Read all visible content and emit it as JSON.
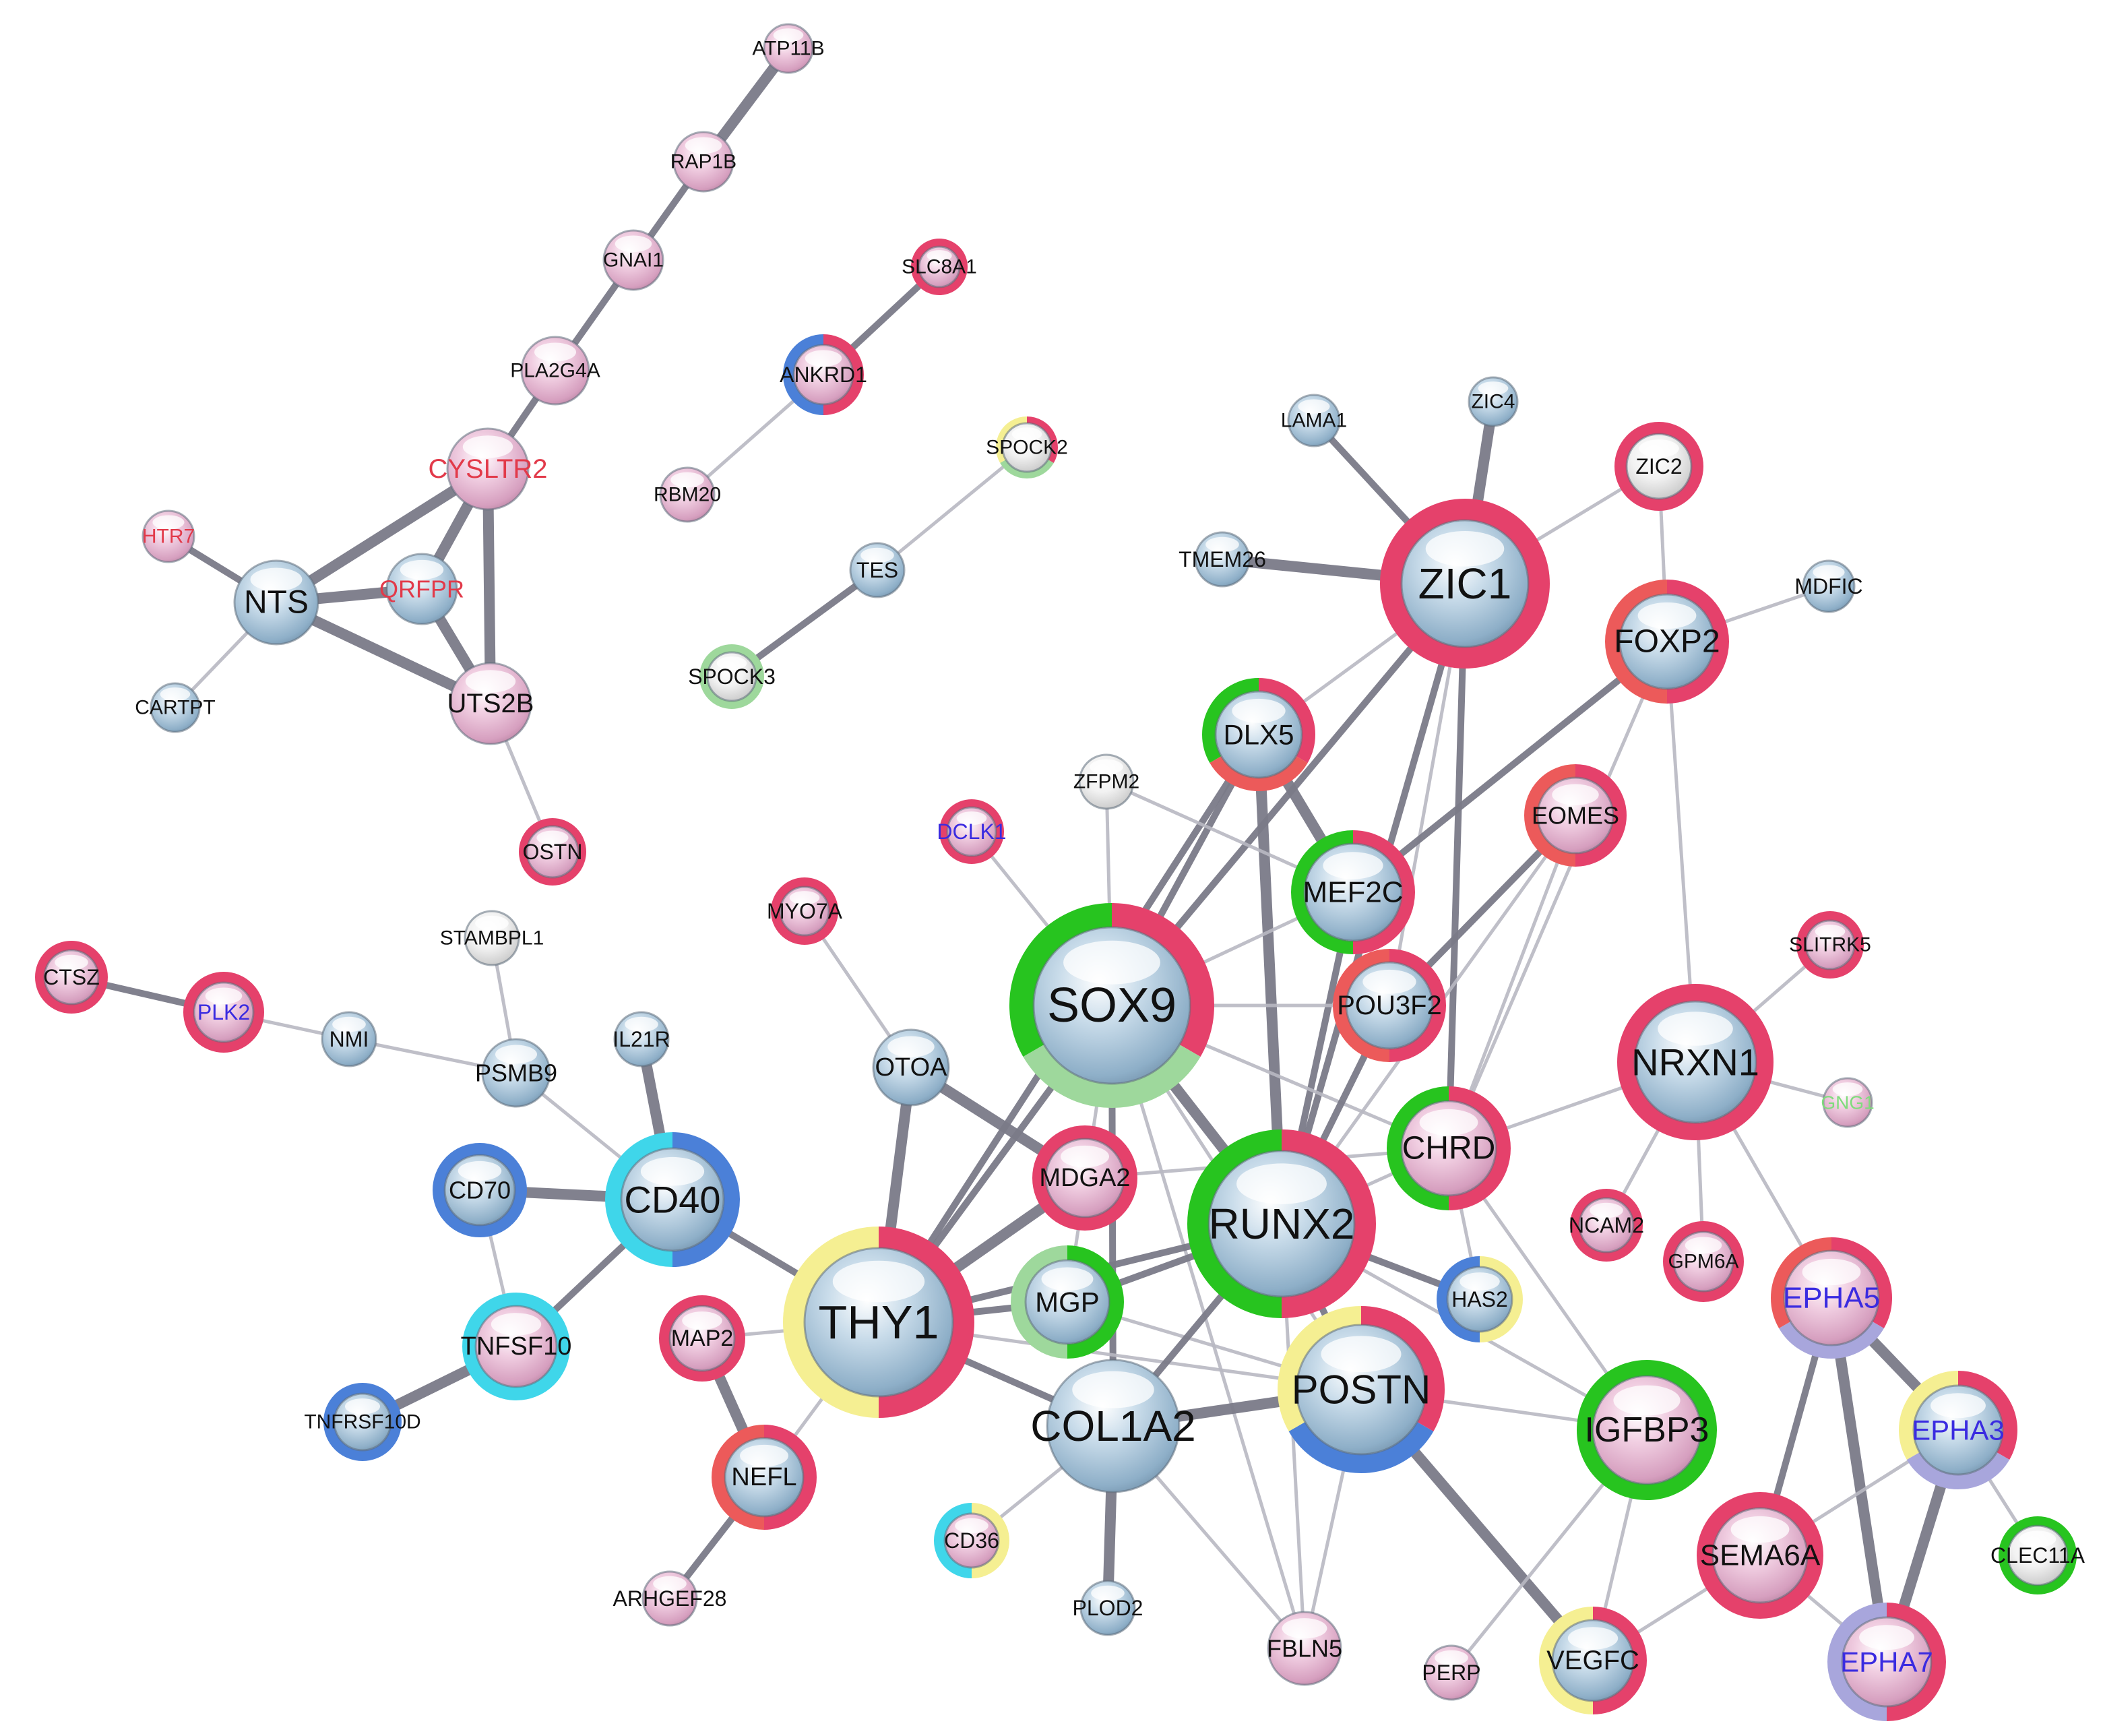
{
  "colors": {
    "pink": "#e5416b",
    "red": "#ec5a5a",
    "green": "#27c41f",
    "lightgreen": "#9ed89c",
    "yellow": "#f5ef92",
    "blue": "#4b80d8",
    "cyan": "#3fd6ea",
    "lavender": "#a8a6dc",
    "edge": "#7a7a88",
    "edge_light": "#b8b8c2",
    "core_blue": "#a9c7dc",
    "core_pink": "#e6b9d2",
    "core_white": "#ececec",
    "label_default": "#111111",
    "label_red": "#e23a4a",
    "label_blue": "#3a2be0",
    "label_green": "#7fdc7c"
  },
  "nodes": [
    {
      "id": "ATP11B",
      "label": "ATP11B",
      "core": "pink",
      "ring": []
    },
    {
      "id": "RAP1B",
      "label": "RAP1B",
      "core": "pink",
      "ring": []
    },
    {
      "id": "GNAI1",
      "label": "GNAI1",
      "core": "pink",
      "ring": []
    },
    {
      "id": "PLA2G4A",
      "label": "PLA2G4A",
      "core": "pink",
      "ring": []
    },
    {
      "id": "CYSLTR2",
      "label": "CYSLTR2",
      "core": "pink",
      "ring": [],
      "label_color": "red"
    },
    {
      "id": "HTR7",
      "label": "HTR7",
      "core": "pink",
      "ring": [],
      "label_color": "red"
    },
    {
      "id": "NTS",
      "label": "NTS",
      "core": "blue",
      "ring": []
    },
    {
      "id": "QRFPR",
      "label": "QRFPR",
      "core": "blue",
      "ring": [],
      "label_color": "red"
    },
    {
      "id": "UTS2B",
      "label": "UTS2B",
      "core": "pink",
      "ring": []
    },
    {
      "id": "CARTPT",
      "label": "CARTPT",
      "core": "blue",
      "ring": []
    },
    {
      "id": "OSTN",
      "label": "OSTN",
      "core": "pink",
      "ring": [
        "pink"
      ]
    },
    {
      "id": "SLC8A1",
      "label": "SLC8A1",
      "core": "pink",
      "ring": [
        "pink"
      ]
    },
    {
      "id": "ANKRD1",
      "label": "ANKRD1",
      "core": "pink",
      "ring": [
        "pink",
        "blue"
      ]
    },
    {
      "id": "RBM20",
      "label": "RBM20",
      "core": "pink",
      "ring": []
    },
    {
      "id": "SPOCK2",
      "label": "SPOCK2",
      "core": "white",
      "ring": [
        "pink",
        "lightgreen",
        "yellow"
      ]
    },
    {
      "id": "TES",
      "label": "TES",
      "core": "blue",
      "ring": []
    },
    {
      "id": "SPOCK3",
      "label": "SPOCK3",
      "core": "white",
      "ring": [
        "lightgreen"
      ]
    },
    {
      "id": "LAMA1",
      "label": "LAMA1",
      "core": "blue",
      "ring": []
    },
    {
      "id": "ZIC4",
      "label": "ZIC4",
      "core": "blue",
      "ring": []
    },
    {
      "id": "ZIC2",
      "label": "ZIC2",
      "core": "white",
      "ring": [
        "pink"
      ]
    },
    {
      "id": "TMEM26",
      "label": "TMEM26",
      "core": "blue",
      "ring": []
    },
    {
      "id": "ZIC1",
      "label": "ZIC1",
      "core": "blue",
      "ring": [
        "pink"
      ]
    },
    {
      "id": "MDFIC",
      "label": "MDFIC",
      "core": "blue",
      "ring": []
    },
    {
      "id": "FOXP2",
      "label": "FOXP2",
      "core": "blue",
      "ring": [
        "pink",
        "red"
      ]
    },
    {
      "id": "DLX5",
      "label": "DLX5",
      "core": "blue",
      "ring": [
        "pink",
        "red",
        "green"
      ]
    },
    {
      "id": "ZFPM2",
      "label": "ZFPM2",
      "core": "white",
      "ring": []
    },
    {
      "id": "EOMES",
      "label": "EOMES",
      "core": "pink",
      "ring": [
        "pink",
        "red"
      ]
    },
    {
      "id": "DCLK1",
      "label": "DCLK1",
      "core": "pink",
      "ring": [
        "pink"
      ],
      "label_color": "blue"
    },
    {
      "id": "MEF2C",
      "label": "MEF2C",
      "core": "blue",
      "ring": [
        "pink",
        "green"
      ]
    },
    {
      "id": "MYO7A",
      "label": "MYO7A",
      "core": "pink",
      "ring": [
        "pink"
      ]
    },
    {
      "id": "SOX9",
      "label": "SOX9",
      "core": "blue",
      "ring": [
        "pink",
        "lightgreen",
        "green"
      ]
    },
    {
      "id": "POU3F2",
      "label": "POU3F2",
      "core": "blue",
      "ring": [
        "pink",
        "red"
      ]
    },
    {
      "id": "SLITRK5",
      "label": "SLITRK5",
      "core": "pink",
      "ring": [
        "pink"
      ]
    },
    {
      "id": "STAMBPL1",
      "label": "STAMBPL1",
      "core": "white",
      "ring": []
    },
    {
      "id": "CTSZ",
      "label": "CTSZ",
      "core": "pink",
      "ring": [
        "pink"
      ]
    },
    {
      "id": "PLK2",
      "label": "PLK2",
      "core": "pink",
      "ring": [
        "pink"
      ],
      "label_color": "blue"
    },
    {
      "id": "NMI",
      "label": "NMI",
      "core": "blue",
      "ring": []
    },
    {
      "id": "PSMB9",
      "label": "PSMB9",
      "core": "blue",
      "ring": []
    },
    {
      "id": "IL21R",
      "label": "IL21R",
      "core": "blue",
      "ring": []
    },
    {
      "id": "OTOA",
      "label": "OTOA",
      "core": "blue",
      "ring": []
    },
    {
      "id": "NRXN1",
      "label": "NRXN1",
      "core": "blue",
      "ring": [
        "pink"
      ]
    },
    {
      "id": "GNG1",
      "label": "GNG1",
      "core": "pink",
      "ring": [],
      "label_color": "green"
    },
    {
      "id": "CHRD",
      "label": "CHRD",
      "core": "pink",
      "ring": [
        "pink",
        "green"
      ]
    },
    {
      "id": "CD70",
      "label": "CD70",
      "core": "blue",
      "ring": [
        "blue"
      ]
    },
    {
      "id": "CD40",
      "label": "CD40",
      "core": "blue",
      "ring": [
        "blue",
        "cyan"
      ]
    },
    {
      "id": "MDGA2",
      "label": "MDGA2",
      "core": "pink",
      "ring": [
        "pink"
      ]
    },
    {
      "id": "RUNX2",
      "label": "RUNX2",
      "core": "blue",
      "ring": [
        "pink",
        "green"
      ]
    },
    {
      "id": "NCAM2",
      "label": "NCAM2",
      "core": "pink",
      "ring": [
        "pink"
      ]
    },
    {
      "id": "GPM6A",
      "label": "GPM6A",
      "core": "pink",
      "ring": [
        "pink"
      ]
    },
    {
      "id": "HAS2",
      "label": "HAS2",
      "core": "blue",
      "ring": [
        "yellow",
        "blue"
      ]
    },
    {
      "id": "EPHA5",
      "label": "EPHA5",
      "core": "pink",
      "ring": [
        "pink",
        "lavender",
        "red"
      ],
      "label_color": "blue"
    },
    {
      "id": "MGP",
      "label": "MGP",
      "core": "blue",
      "ring": [
        "green",
        "lightgreen"
      ]
    },
    {
      "id": "THY1",
      "label": "THY1",
      "core": "blue",
      "ring": [
        "pink",
        "yellow"
      ]
    },
    {
      "id": "MAP2",
      "label": "MAP2",
      "core": "pink",
      "ring": [
        "pink"
      ]
    },
    {
      "id": "TNFSF10",
      "label": "TNFSF10",
      "core": "pink",
      "ring": [
        "cyan"
      ]
    },
    {
      "id": "TNFRSF10D",
      "label": "TNFRSF10D",
      "core": "blue",
      "ring": [
        "blue"
      ]
    },
    {
      "id": "POSTN",
      "label": "POSTN",
      "core": "blue",
      "ring": [
        "pink",
        "blue",
        "yellow"
      ]
    },
    {
      "id": "COL1A2",
      "label": "COL1A2",
      "core": "blue",
      "ring": []
    },
    {
      "id": "IGFBP3",
      "label": "IGFBP3",
      "core": "pink",
      "ring": [
        "green"
      ]
    },
    {
      "id": "EPHA3",
      "label": "EPHA3",
      "core": "blue",
      "ring": [
        "pink",
        "lavender",
        "yellow"
      ],
      "label_color": "blue"
    },
    {
      "id": "NEFL",
      "label": "NEFL",
      "core": "blue",
      "ring": [
        "pink",
        "red"
      ]
    },
    {
      "id": "CD36",
      "label": "CD36",
      "core": "pink",
      "ring": [
        "yellow",
        "cyan"
      ]
    },
    {
      "id": "SEMA6A",
      "label": "SEMA6A",
      "core": "pink",
      "ring": [
        "pink"
      ]
    },
    {
      "id": "CLEC11A",
      "label": "CLEC11A",
      "core": "white",
      "ring": [
        "green"
      ]
    },
    {
      "id": "ARHGEF28",
      "label": "ARHGEF28",
      "core": "pink",
      "ring": []
    },
    {
      "id": "PLOD2",
      "label": "PLOD2",
      "core": "blue",
      "ring": []
    },
    {
      "id": "FBLN5",
      "label": "FBLN5",
      "core": "pink",
      "ring": []
    },
    {
      "id": "PERP",
      "label": "PERP",
      "core": "pink",
      "ring": []
    },
    {
      "id": "VEGFC",
      "label": "VEGFC",
      "core": "blue",
      "ring": [
        "pink",
        "yellow"
      ]
    },
    {
      "id": "EPHA7",
      "label": "EPHA7",
      "core": "pink",
      "ring": [
        "pink",
        "lavender"
      ],
      "label_color": "blue"
    }
  ],
  "edges": [
    {
      "source": "ATP11B",
      "target": "RAP1B",
      "weight": "heavy"
    },
    {
      "source": "RAP1B",
      "target": "GNAI1",
      "weight": "medium"
    },
    {
      "source": "GNAI1",
      "target": "PLA2G4A",
      "weight": "medium"
    },
    {
      "source": "PLA2G4A",
      "target": "CYSLTR2",
      "weight": "medium"
    },
    {
      "source": "CYSLTR2",
      "target": "NTS",
      "weight": "heavy"
    },
    {
      "source": "CYSLTR2",
      "target": "QRFPR",
      "weight": "heavy"
    },
    {
      "source": "CYSLTR2",
      "target": "UTS2B",
      "weight": "heavy"
    },
    {
      "source": "NTS",
      "target": "QRFPR",
      "weight": "heavy"
    },
    {
      "source": "NTS",
      "target": "UTS2B",
      "weight": "heavy"
    },
    {
      "source": "QRFPR",
      "target": "UTS2B",
      "weight": "heavy"
    },
    {
      "source": "NTS",
      "target": "HTR7",
      "weight": "medium"
    },
    {
      "source": "NTS",
      "target": "CARTPT",
      "weight": "light"
    },
    {
      "source": "UTS2B",
      "target": "OSTN",
      "weight": "light"
    },
    {
      "source": "SLC8A1",
      "target": "ANKRD1",
      "weight": "medium"
    },
    {
      "source": "ANKRD1",
      "target": "RBM20",
      "weight": "light"
    },
    {
      "source": "SPOCK2",
      "target": "TES",
      "weight": "light"
    },
    {
      "source": "TES",
      "target": "SPOCK3",
      "weight": "medium"
    },
    {
      "source": "LAMA1",
      "target": "ZIC1",
      "weight": "medium"
    },
    {
      "source": "ZIC4",
      "target": "ZIC1",
      "weight": "heavy"
    },
    {
      "source": "TMEM26",
      "target": "ZIC1",
      "weight": "heavy"
    },
    {
      "source": "ZIC1",
      "target": "ZIC2",
      "weight": "light"
    },
    {
      "source": "ZIC2",
      "target": "FOXP2",
      "weight": "light"
    },
    {
      "source": "FOXP2",
      "target": "MDFIC",
      "weight": "light"
    },
    {
      "source": "ZIC1",
      "target": "DLX5",
      "weight": "light"
    },
    {
      "source": "ZIC1",
      "target": "SOX9",
      "weight": "medium"
    },
    {
      "source": "ZIC1",
      "target": "RUNX2",
      "weight": "medium"
    },
    {
      "source": "ZIC1",
      "target": "CHRD",
      "weight": "medium"
    },
    {
      "source": "ZIC1",
      "target": "POU3F2",
      "weight": "light"
    },
    {
      "source": "FOXP2",
      "target": "MEF2C",
      "weight": "medium"
    },
    {
      "source": "FOXP2",
      "target": "CHRD",
      "weight": "light"
    },
    {
      "source": "FOXP2",
      "target": "NRXN1",
      "weight": "light"
    },
    {
      "source": "DLX5",
      "target": "MEF2C",
      "weight": "heavy"
    },
    {
      "source": "DLX5",
      "target": "RUNX2",
      "weight": "heavy"
    },
    {
      "source": "DLX5",
      "target": "SOX9",
      "weight": "medium"
    },
    {
      "source": "DLX5",
      "target": "THY1",
      "weight": "medium"
    },
    {
      "source": "ZFPM2",
      "target": "SOX9",
      "weight": "light"
    },
    {
      "source": "ZFPM2",
      "target": "MEF2C",
      "weight": "light"
    },
    {
      "source": "EOMES",
      "target": "POU3F2",
      "weight": "medium"
    },
    {
      "source": "EOMES",
      "target": "RUNX2",
      "weight": "light"
    },
    {
      "source": "EOMES",
      "target": "CHRD",
      "weight": "light"
    },
    {
      "source": "DCLK1",
      "target": "SOX9",
      "weight": "light"
    },
    {
      "source": "MEF2C",
      "target": "SOX9",
      "weight": "light"
    },
    {
      "source": "MEF2C",
      "target": "RUNX2",
      "weight": "medium"
    },
    {
      "source": "SOX9",
      "target": "POU3F2",
      "weight": "light"
    },
    {
      "source": "SOX9",
      "target": "CHRD",
      "weight": "light"
    },
    {
      "source": "SOX9",
      "target": "RUNX2",
      "weight": "heavy"
    },
    {
      "source": "SOX9",
      "target": "THY1",
      "weight": "medium"
    },
    {
      "source": "SOX9",
      "target": "COL1A2",
      "weight": "medium"
    },
    {
      "source": "SOX9",
      "target": "MGP",
      "weight": "light"
    },
    {
      "source": "SOX9",
      "target": "FBLN5",
      "weight": "light"
    },
    {
      "source": "SOX9",
      "target": "POSTN",
      "weight": "light"
    },
    {
      "source": "POU3F2",
      "target": "RUNX2",
      "weight": "medium"
    },
    {
      "source": "NRXN1",
      "target": "SLITRK5",
      "weight": "light"
    },
    {
      "source": "NRXN1",
      "target": "GNG1",
      "weight": "light"
    },
    {
      "source": "NRXN1",
      "target": "CHRD",
      "weight": "light"
    },
    {
      "source": "NRXN1",
      "target": "NCAM2",
      "weight": "light"
    },
    {
      "source": "NRXN1",
      "target": "GPM6A",
      "weight": "light"
    },
    {
      "source": "NRXN1",
      "target": "EPHA5",
      "weight": "light"
    },
    {
      "source": "CHRD",
      "target": "MDGA2",
      "weight": "light"
    },
    {
      "source": "CHRD",
      "target": "HAS2",
      "weight": "light"
    },
    {
      "source": "CHRD",
      "target": "IGFBP3",
      "weight": "light"
    },
    {
      "source": "CHRD",
      "target": "RUNX2",
      "weight": "light"
    },
    {
      "source": "MYO7A",
      "target": "OTOA",
      "weight": "light"
    },
    {
      "source": "CTSZ",
      "target": "PLK2",
      "weight": "medium"
    },
    {
      "source": "PLK2",
      "target": "NMI",
      "weight": "light"
    },
    {
      "source": "NMI",
      "target": "PSMB9",
      "weight": "light"
    },
    {
      "source": "STAMBPL1",
      "target": "PSMB9",
      "weight": "light"
    },
    {
      "source": "PSMB9",
      "target": "CD40",
      "weight": "light"
    },
    {
      "source": "IL21R",
      "target": "CD40",
      "weight": "heavy"
    },
    {
      "source": "CD70",
      "target": "CD40",
      "weight": "heavy"
    },
    {
      "source": "CD70",
      "target": "TNFSF10",
      "weight": "light"
    },
    {
      "source": "CD40",
      "target": "TNFSF10",
      "weight": "medium"
    },
    {
      "source": "CD40",
      "target": "THY1",
      "weight": "medium"
    },
    {
      "source": "TNFSF10",
      "target": "TNFRSF10D",
      "weight": "heavy"
    },
    {
      "source": "OTOA",
      "target": "THY1",
      "weight": "heavy"
    },
    {
      "source": "OTOA",
      "target": "MDGA2",
      "weight": "heavy"
    },
    {
      "source": "MDGA2",
      "target": "THY1",
      "weight": "heavy"
    },
    {
      "source": "THY1",
      "target": "MGP",
      "weight": "medium"
    },
    {
      "source": "THY1",
      "target": "RUNX2",
      "weight": "medium"
    },
    {
      "source": "THY1",
      "target": "COL1A2",
      "weight": "medium"
    },
    {
      "source": "THY1",
      "target": "POSTN",
      "weight": "light"
    },
    {
      "source": "THY1",
      "target": "MAP2",
      "weight": "light"
    },
    {
      "source": "THY1",
      "target": "NEFL",
      "weight": "light"
    },
    {
      "source": "MAP2",
      "target": "NEFL",
      "weight": "heavy"
    },
    {
      "source": "NEFL",
      "target": "ARHGEF28",
      "weight": "medium"
    },
    {
      "source": "MGP",
      "target": "RUNX2",
      "weight": "medium"
    },
    {
      "source": "MGP",
      "target": "POSTN",
      "weight": "light"
    },
    {
      "source": "RUNX2",
      "target": "COL1A2",
      "weight": "medium"
    },
    {
      "source": "RUNX2",
      "target": "POSTN",
      "weight": "medium"
    },
    {
      "source": "RUNX2",
      "target": "HAS2",
      "weight": "medium"
    },
    {
      "source": "RUNX2",
      "target": "IGFBP3",
      "weight": "light"
    },
    {
      "source": "RUNX2",
      "target": "FBLN5",
      "weight": "light"
    },
    {
      "source": "COL1A2",
      "target": "POSTN",
      "weight": "heavy"
    },
    {
      "source": "COL1A2",
      "target": "PLOD2",
      "weight": "heavy"
    },
    {
      "source": "COL1A2",
      "target": "CD36",
      "weight": "light"
    },
    {
      "source": "COL1A2",
      "target": "FBLN5",
      "weight": "light"
    },
    {
      "source": "POSTN",
      "target": "IGFBP3",
      "weight": "light"
    },
    {
      "source": "POSTN",
      "target": "VEGFC",
      "weight": "heavy"
    },
    {
      "source": "POSTN",
      "target": "FBLN5",
      "weight": "light"
    },
    {
      "source": "IGFBP3",
      "target": "VEGFC",
      "weight": "light"
    },
    {
      "source": "IGFBP3",
      "target": "PERP",
      "weight": "light"
    },
    {
      "source": "VEGFC",
      "target": "SEMA6A",
      "weight": "light"
    },
    {
      "source": "EPHA5",
      "target": "SEMA6A",
      "weight": "medium"
    },
    {
      "source": "EPHA5",
      "target": "EPHA3",
      "weight": "heavy"
    },
    {
      "source": "EPHA5",
      "target": "EPHA7",
      "weight": "heavy"
    },
    {
      "source": "EPHA3",
      "target": "EPHA7",
      "weight": "heavy"
    },
    {
      "source": "EPHA3",
      "target": "SEMA6A",
      "weight": "light"
    },
    {
      "source": "EPHA3",
      "target": "CLEC11A",
      "weight": "light"
    },
    {
      "source": "SEMA6A",
      "target": "EPHA7",
      "weight": "light"
    }
  ]
}
